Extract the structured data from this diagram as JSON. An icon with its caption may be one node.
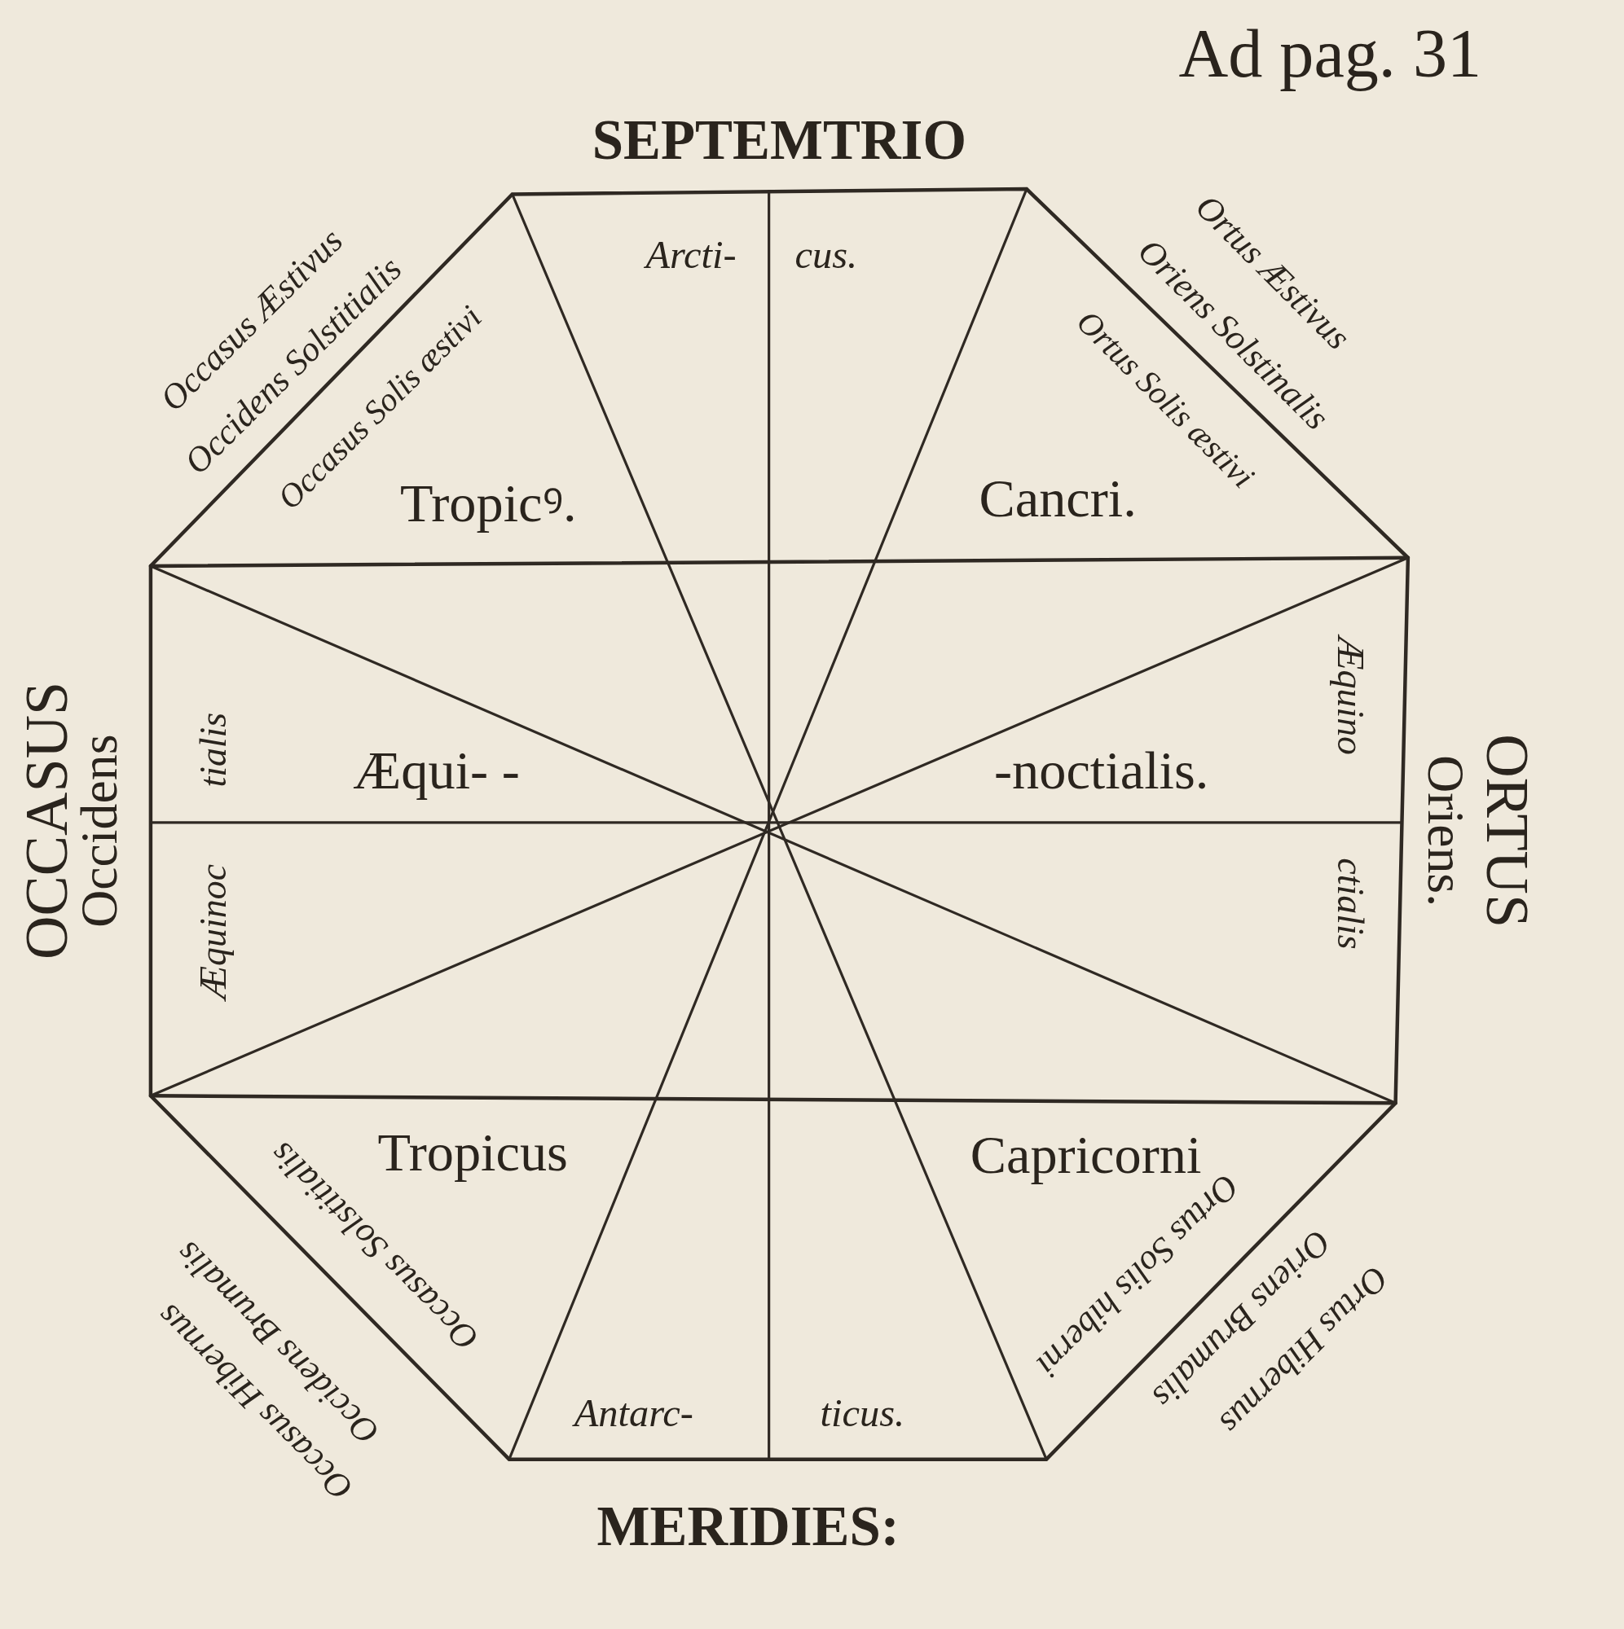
{
  "diagram": {
    "labels": [
      "Ad pag. 31",
      "SEPTEMTRIO",
      "Occasus Æstivus",
      "Occidens Solstitialis",
      "Occasus Solis æstivi",
      "Ortus Æstivus",
      "Oriens Solstinalis",
      "Ortus Solis æstivi",
      "Arcti-",
      "cus.",
      "Tropicꝰ.",
      "Cancri.",
      "OCCASUS",
      "Occidens",
      "tialis",
      "Æquinoc",
      "Æqui- -",
      "-noctialis.",
      "Æquino",
      "ctialis",
      "Oriens.",
      "ORTUS",
      "Tropicus",
      "Capricorni",
      "Occasus Solstitialis",
      "Occidens Brumalis",
      "Occasus Hibernus",
      "Ortus Solis hiberni",
      "Oriens Brumalis",
      "Ortus Hibernus",
      "Antarc-",
      "ticus.",
      "MERIDIES:"
    ]
  }
}
